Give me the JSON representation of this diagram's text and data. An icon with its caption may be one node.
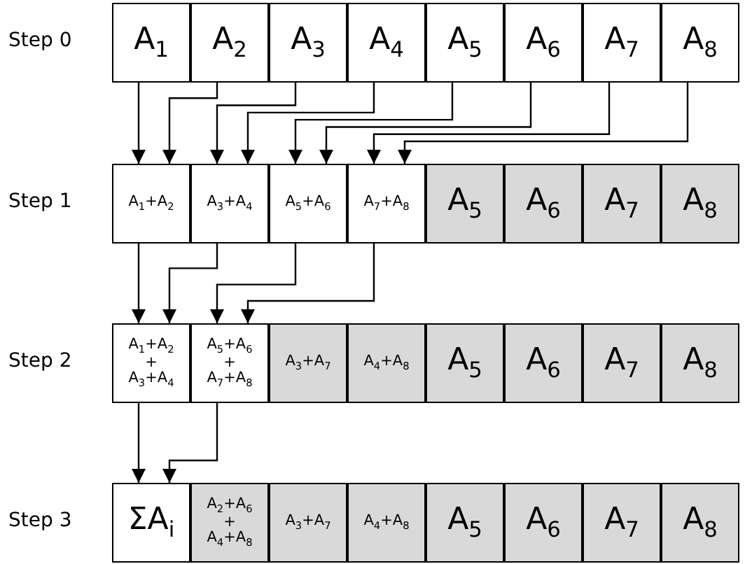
{
  "diagram": {
    "nodes": [
      {
        "text": [
          "A$_{1}$"
        ]
      },
      {
        "text": [
          "A$_{2}$"
        ]
      },
      {
        "text": [
          "A$_{3}$"
        ]
      },
      {
        "text": [
          "A$_{4}$"
        ]
      },
      {
        "text": [
          "A$_{5}$"
        ]
      },
      {
        "text": [
          "A$_{6}$"
        ]
      },
      {
        "text": [
          "A$_{7}$"
        ]
      },
      {
        "text": [
          "A$_{8}$"
        ]
      },
      {
        "text": [
          "A$_{1}$+A$_{2}$"
        ]
      },
      {
        "text": [
          "A$_{3}$+A$_{4}$"
        ]
      },
      {
        "text": [
          "A$_{5}$+A$_{6}$"
        ]
      },
      {
        "text": [
          "A$_{7}$+A$_{8}$"
        ]
      },
      {
        "text": [
          "A$_{5}$"
        ]
      },
      {
        "text": [
          "A$_{6}$"
        ]
      },
      {
        "text": [
          "A$_{7}$"
        ]
      },
      {
        "text": [
          "A$_{8}$"
        ]
      },
      {
        "text": [
          "A$_{1}$+A$_{2}$ + A$_{3}$+A$_{4}$"
        ]
      },
      {
        "text": [
          "A$_{5}$+A$_{6}$ + A$_{7}$+A$_{8}$"
        ]
      },
      {
        "text": [
          "A$_{3}$+A$_{7}$"
        ]
      },
      {
        "text": [
          "A$_{4}$+A$_{8}$"
        ]
      },
      {
        "text": [
          "A$_{5}$"
        ]
      },
      {
        "text": [
          "A$_{6}$"
        ]
      },
      {
        "text": [
          "A$_{7}$"
        ]
      },
      {
        "text": [
          "A$_{8}$"
        ]
      },
      {
        "text": [
          "ΣA$_{i}$"
        ]
      },
      {
        "text": [
          "A$_{2}$+A$_{6}$ + A$_{4}$+A$_{8}$"
        ]
      },
      {
        "text": [
          "A$_{3}$+A$_{7}$"
        ]
      },
      {
        "text": [
          "A$_{4}$+A$_{8}$"
        ]
      },
      {
        "text": [
          "A$_{5}$"
        ]
      },
      {
        "text": [
          "A$_{6}$"
        ]
      },
      {
        "text": [
          "A$_{7}$"
        ]
      },
      {
        "text": [
          "A$_{8}$"
        ]
      }
    ],
    "edges": [
      {
        "from": 0,
        "to": 8,
        "arrow": "to"
      },
      {
        "from": 1,
        "to": 8,
        "arrow": "to"
      },
      {
        "from": 2,
        "to": 9,
        "arrow": "to"
      },
      {
        "from": 3,
        "to": 9,
        "arrow": "to"
      },
      {
        "from": 4,
        "to": 10,
        "arrow": "to"
      },
      {
        "from": 5,
        "to": 10,
        "arrow": "to"
      },
      {
        "from": 6,
        "to": 11,
        "arrow": "to"
      },
      {
        "from": 7,
        "to": 11,
        "arrow": "to"
      },
      {
        "from": 8,
        "to": 16,
        "arrow": "to"
      },
      {
        "from": 9,
        "to": 16,
        "arrow": "to"
      },
      {
        "from": 10,
        "to": 17,
        "arrow": "to"
      },
      {
        "from": 11,
        "to": 17,
        "arrow": "to"
      },
      {
        "from": 16,
        "to": 24,
        "arrow": "to"
      },
      {
        "from": 17,
        "to": 24,
        "arrow": "to"
      }
    ],
    "labels": [
      "Step 0",
      "Step 1",
      "Step 2",
      "Step 3"
    ]
  }
}
